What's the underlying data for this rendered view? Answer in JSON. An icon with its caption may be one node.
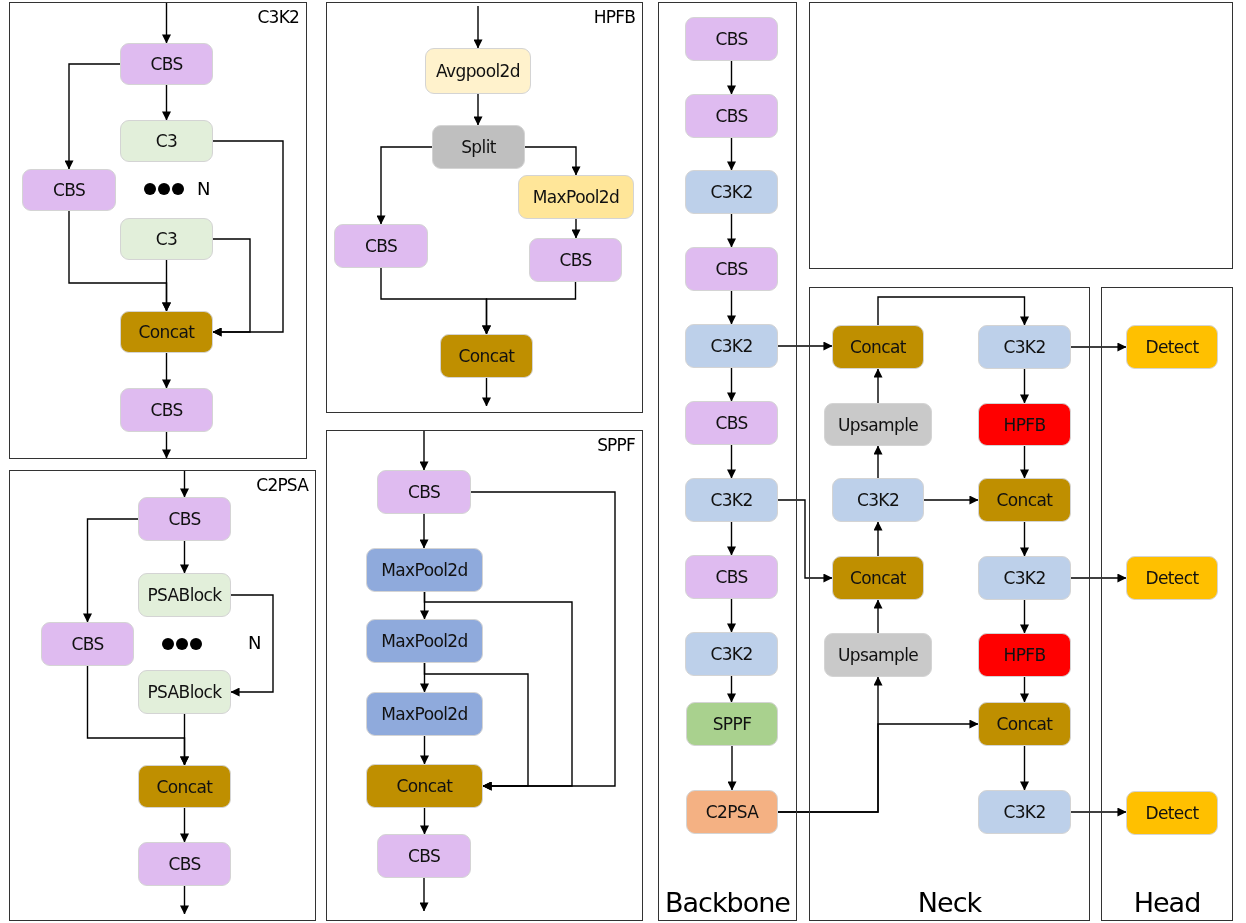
{
  "diagram": {
    "nodes": [
      {
        "text": [
          "C3K2"
        ]
      },
      {
        "text": [
          "CBS"
        ],
        "in": 0
      },
      {
        "text": [
          "C3"
        ],
        "in": 0
      },
      {
        "text": [
          "CBS"
        ],
        "in": 0
      },
      {
        "text": [
          "C3"
        ],
        "in": 0
      },
      {
        "text": [
          "Concat"
        ],
        "in": 0
      },
      {
        "text": [
          "CBS"
        ],
        "in": 0
      },
      {
        "text": [
          "C2PSA"
        ]
      },
      {
        "text": [
          "CBS"
        ],
        "in": 7
      },
      {
        "text": [
          "PSABlock"
        ],
        "in": 7
      },
      {
        "text": [
          "CBS"
        ],
        "in": 7
      },
      {
        "text": [
          "PSABlock"
        ],
        "in": 7
      },
      {
        "text": [
          "Concat"
        ],
        "in": 7
      },
      {
        "text": [
          "CBS"
        ],
        "in": 7
      },
      {
        "text": [
          "HPFB"
        ]
      },
      {
        "text": [
          "Avgpool2d"
        ],
        "in": 14
      },
      {
        "text": [
          "Split"
        ],
        "in": 14
      },
      {
        "text": [
          "CBS"
        ],
        "in": 14
      },
      {
        "text": [
          "MaxPool2d"
        ],
        "in": 14
      },
      {
        "text": [
          "CBS"
        ],
        "in": 14
      },
      {
        "text": [
          "Concat"
        ],
        "in": 14
      },
      {
        "text": [
          "SPPF"
        ]
      },
      {
        "text": [
          "CBS"
        ],
        "in": 21
      },
      {
        "text": [
          "MaxPool2d"
        ],
        "in": 21
      },
      {
        "text": [
          "MaxPool2d"
        ],
        "in": 21
      },
      {
        "text": [
          "MaxPool2d"
        ],
        "in": 21
      },
      {
        "text": [
          "Concat"
        ],
        "in": 21
      },
      {
        "text": [
          "CBS"
        ],
        "in": 21
      },
      {
        "text": [
          "Backbone"
        ]
      },
      {
        "text": [
          "CBS"
        ],
        "in": 28
      },
      {
        "text": [
          "CBS"
        ],
        "in": 28
      },
      {
        "text": [
          "C3K2"
        ],
        "in": 28
      },
      {
        "text": [
          "CBS"
        ],
        "in": 28
      },
      {
        "text": [
          "C3K2"
        ],
        "in": 28
      },
      {
        "text": [
          "CBS"
        ],
        "in": 28
      },
      {
        "text": [
          "C3K2"
        ],
        "in": 28
      },
      {
        "text": [
          "CBS"
        ],
        "in": 28
      },
      {
        "text": [
          "C3K2"
        ],
        "in": 28
      },
      {
        "text": [
          "SPPF"
        ],
        "in": 28
      },
      {
        "text": [
          "C2PSA"
        ],
        "in": 28
      },
      {
        "text": [],
        "shape": "box"
      },
      {
        "text": [
          "Neck"
        ]
      },
      {
        "text": [
          "Concat"
        ],
        "in": 41
      },
      {
        "text": [
          "C3K2"
        ],
        "in": 41
      },
      {
        "text": [
          "Upsample"
        ],
        "in": 41
      },
      {
        "text": [
          "HPFB"
        ],
        "in": 41
      },
      {
        "text": [
          "C3K2"
        ],
        "in": 41
      },
      {
        "text": [
          "Concat"
        ],
        "in": 41
      },
      {
        "text": [
          "Concat"
        ],
        "in": 41
      },
      {
        "text": [
          "C3K2"
        ],
        "in": 41
      },
      {
        "text": [
          "Upsample"
        ],
        "in": 41
      },
      {
        "text": [
          "HPFB"
        ],
        "in": 41
      },
      {
        "text": [
          "Concat"
        ],
        "in": 41
      },
      {
        "text": [
          "C3K2"
        ],
        "in": 41
      },
      {
        "text": [
          "Head"
        ]
      },
      {
        "text": [
          "Detect"
        ],
        "in": 54
      },
      {
        "text": [
          "Detect"
        ],
        "in": 54
      },
      {
        "text": [
          "Detect"
        ],
        "in": 54
      }
    ],
    "edges": [
      {
        "from": null,
        "to": 1,
        "arrow": "to"
      },
      {
        "from": 1,
        "to": 2,
        "arrow": "to"
      },
      {
        "from": 1,
        "to": 3,
        "arrow": "to"
      },
      {
        "from": 2,
        "to": 5,
        "arrow": "to"
      },
      {
        "from": 3,
        "to": 5,
        "arrow": "to"
      },
      {
        "from": 4,
        "to": 5,
        "arrow": "to"
      },
      {
        "from": 4,
        "to": 5,
        "arrow": "to"
      },
      {
        "from": 5,
        "to": 6,
        "arrow": "to"
      },
      {
        "from": 6,
        "to": null,
        "arrow": "to"
      },
      {
        "from": null,
        "to": 8,
        "arrow": "to"
      },
      {
        "from": 8,
        "to": 9,
        "arrow": "to"
      },
      {
        "from": 8,
        "to": 10,
        "arrow": "to"
      },
      {
        "from": 9,
        "to": 11,
        "arrow": "to"
      },
      {
        "from": 10,
        "to": 12,
        "arrow": "to"
      },
      {
        "from": 11,
        "to": 12,
        "arrow": "to"
      },
      {
        "from": 12,
        "to": 13,
        "arrow": "to"
      },
      {
        "from": 13,
        "to": null,
        "arrow": "to"
      },
      {
        "from": null,
        "to": 15,
        "arrow": "to"
      },
      {
        "from": 15,
        "to": 16,
        "arrow": "to"
      },
      {
        "from": 16,
        "to": 17,
        "arrow": "to"
      },
      {
        "from": 16,
        "to": 18,
        "arrow": "to"
      },
      {
        "from": 18,
        "to": 19,
        "arrow": "to"
      },
      {
        "from": 17,
        "to": 20,
        "arrow": "to"
      },
      {
        "from": 19,
        "to": 20,
        "arrow": "to"
      },
      {
        "from": 20,
        "to": null,
        "arrow": "to"
      },
      {
        "from": null,
        "to": 22,
        "arrow": "to"
      },
      {
        "from": 22,
        "to": 23,
        "arrow": "to"
      },
      {
        "from": 22,
        "to": 26,
        "arrow": "to"
      },
      {
        "from": 23,
        "to": 24,
        "arrow": "to"
      },
      {
        "from": 23,
        "to": 26,
        "arrow": "to"
      },
      {
        "from": 24,
        "to": 25,
        "arrow": "to"
      },
      {
        "from": 24,
        "to": 26,
        "arrow": "to"
      },
      {
        "from": 25,
        "to": 26,
        "arrow": "to"
      },
      {
        "from": 26,
        "to": 27,
        "arrow": "to"
      },
      {
        "from": 27,
        "to": null,
        "arrow": "to"
      },
      {
        "from": 29,
        "to": 30,
        "arrow": "to"
      },
      {
        "from": 30,
        "to": 31,
        "arrow": "to"
      },
      {
        "from": 31,
        "to": 32,
        "arrow": "to"
      },
      {
        "from": 32,
        "to": 33,
        "arrow": "to"
      },
      {
        "from": 33,
        "to": 34,
        "arrow": "to"
      },
      {
        "from": 34,
        "to": 35,
        "arrow": "to"
      },
      {
        "from": 35,
        "to": 36,
        "arrow": "to"
      },
      {
        "from": 36,
        "to": 37,
        "arrow": "to"
      },
      {
        "from": 37,
        "to": 38,
        "arrow": "to"
      },
      {
        "from": 38,
        "to": 39,
        "arrow": "to"
      },
      {
        "from": 33,
        "to": 42,
        "arrow": "to"
      },
      {
        "from": 35,
        "to": 48,
        "arrow": "to"
      },
      {
        "from": 39,
        "to": 50,
        "arrow": "to"
      },
      {
        "from": 39,
        "to": 52,
        "arrow": "to"
      },
      {
        "from": 50,
        "to": 48,
        "arrow": "to"
      },
      {
        "from": 48,
        "to": 46,
        "arrow": "to"
      },
      {
        "from": 46,
        "to": 44,
        "arrow": "to"
      },
      {
        "from": 44,
        "to": 42,
        "arrow": "to"
      },
      {
        "from": 42,
        "to": 43,
        "arrow": "to"
      },
      {
        "from": 46,
        "to": 47,
        "arrow": "to"
      },
      {
        "from": 43,
        "to": 45,
        "arrow": "to"
      },
      {
        "from": 45,
        "to": 47,
        "arrow": "to"
      },
      {
        "from": 47,
        "to": 49,
        "arrow": "to"
      },
      {
        "from": 49,
        "to": 51,
        "arrow": "to"
      },
      {
        "from": 51,
        "to": 52,
        "arrow": "to"
      },
      {
        "from": 52,
        "to": 53,
        "arrow": "to"
      },
      {
        "from": 43,
        "to": 55,
        "arrow": "to"
      },
      {
        "from": 49,
        "to": 56,
        "arrow": "to"
      },
      {
        "from": 53,
        "to": 57,
        "arrow": "to"
      }
    ],
    "labels": [
      "N",
      "N"
    ]
  }
}
